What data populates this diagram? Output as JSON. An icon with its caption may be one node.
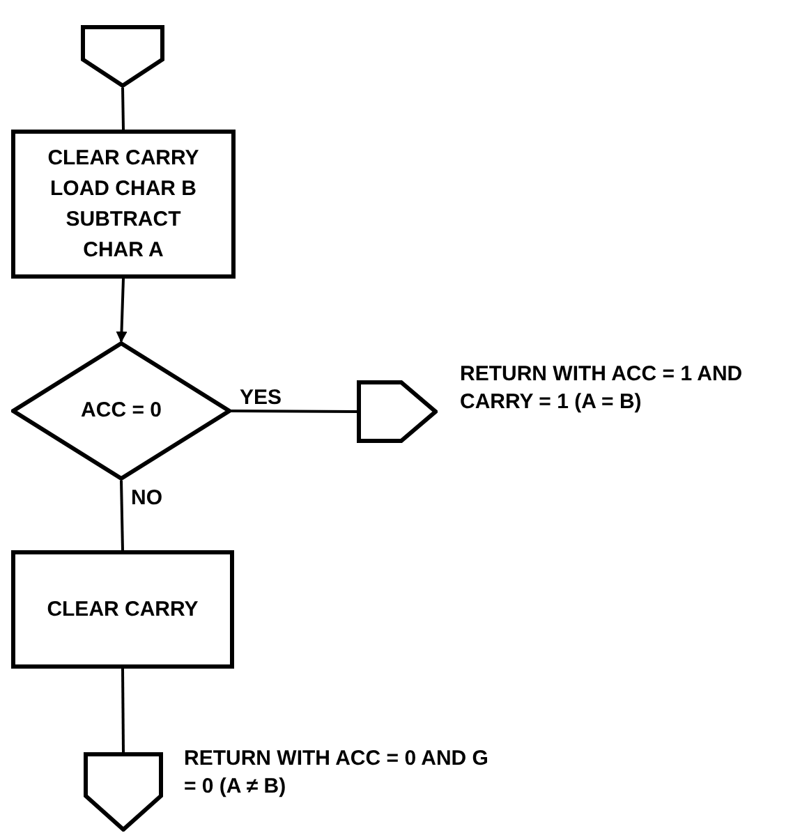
{
  "diagram": {
    "nodes": [
      {
        "text": [],
        "shape": "pentagon"
      },
      {
        "text": [
          "CLEAR CARRY LOAD CHAR B SUBTRACT CHAR A"
        ]
      },
      {
        "text": [
          "ACC = 0"
        ]
      },
      {
        "text": [],
        "shape": "pentagon",
        "beside": [
          "RETURN WITH ACC = 1 AND CARRY = 1 (A = B)"
        ]
      },
      {
        "text": [
          "CLEAR CARRY"
        ]
      },
      {
        "text": [],
        "shape": "pentagon",
        "beside": [
          "RETURN WITH ACC = 0 AND G = 0 (A ≠ B)"
        ]
      }
    ],
    "edges": [
      {
        "from": 0,
        "to": 1,
        "arrow": "none"
      },
      {
        "from": 1,
        "to": 2,
        "arrow": "to"
      },
      {
        "from": 2,
        "to": 3,
        "label": "YES",
        "arrow": "none"
      },
      {
        "from": 2,
        "to": 4,
        "label": "NO",
        "arrow": "none"
      },
      {
        "from": 4,
        "to": 5,
        "arrow": "none"
      }
    ]
  }
}
